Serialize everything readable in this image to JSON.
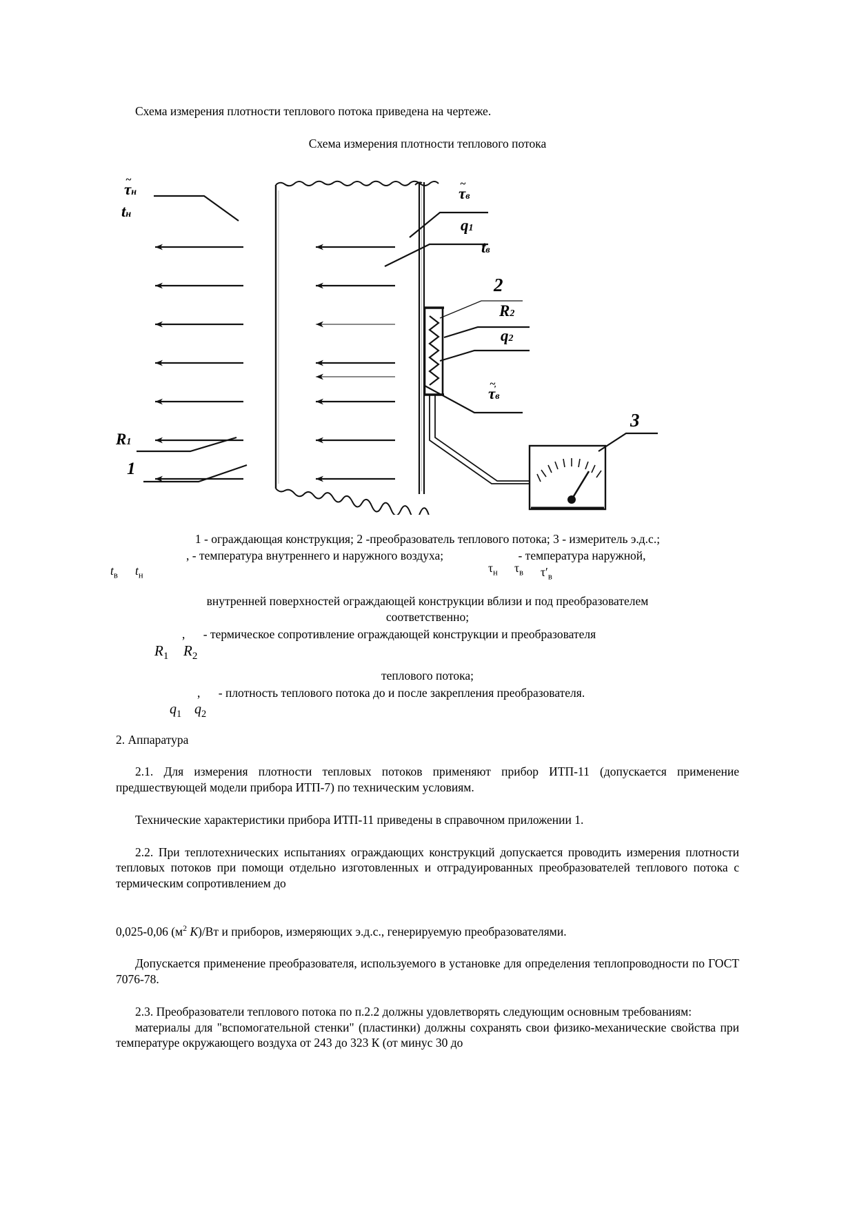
{
  "document": {
    "intro_line": "Схема измерения плотности теплового потока приведена на чертеже.",
    "figure_title": "Схема измерения плотности теплового потока"
  },
  "figure": {
    "labels": {
      "tau_n": "τ",
      "tau_n_sub": "н",
      "t_n": "t",
      "t_n_sub": "н",
      "tau_v": "τ",
      "tau_v_sub": "в",
      "q1": "q",
      "q1_sub": "1",
      "t_v": "t",
      "t_v_sub": "в",
      "item2": "2",
      "R2": "R",
      "R2_sub": "2",
      "q2": "q",
      "q2_sub": "2",
      "tau_v_prime": "τ",
      "tau_v_prime_sub": "в",
      "tau_v_prime_mark": "'",
      "R1": "R",
      "R1_sub": "1",
      "item1": "1",
      "item3": "3"
    }
  },
  "caption": {
    "line1": "1 - ограждающая конструкция; 2 -преобразователь теплового потока; 3 - измеритель э.д.с.;",
    "line2_part_a": ", - температура внутреннего и наружного воздуха;",
    "line2_part_b": "- температура наружной,",
    "line2_sym_tv": "t",
    "line2_sym_tv_sub": "в",
    "line2_sym_tn": "t",
    "line2_sym_tn_sub": "н",
    "line2_sym_taun": "τ",
    "line2_sym_taun_sub": "н",
    "line2_sym_tauv": "τ",
    "line2_sym_tauv_sub": "в",
    "line2_sym_tauv_pr": "τ′",
    "line2_sym_tauv_pr_sub": "в",
    "line3": "внутренней поверхностей ограждающей конструкции вблизи и под преобразователем",
    "line4": "соответственно;",
    "line5_comma": ",",
    "line5_text": "- термическое сопротивление ограждающей конструкции и преобразователя",
    "line5_sym_r1": "R",
    "line5_sym_r1_sub": "1",
    "line5_sym_r2": "R",
    "line5_sym_r2_sub": "2",
    "line6": "теплового потока;",
    "line7_comma": ",",
    "line7_text": "- плотность теплового потока до и после закрепления преобразователя.",
    "line7_sym_q1": "q",
    "line7_sym_q1_sub": "1",
    "line7_sym_q2": "q",
    "line7_sym_q2_sub": "2"
  },
  "sections": {
    "s2_heading": "2. Аппаратура",
    "p21": "2.1. Для измерения плотности тепловых потоков применяют прибор ИТП-11 (допускается применение предшествующей модели прибора ИТП-7) по техническим условиям.",
    "p_tech": "Технические характеристики прибора ИТП-11 приведены в справочном приложении 1.",
    "p22": "2.2. При теплотехнических испытаниях ограждающих конструкций допускается проводить измерения плотности тепловых потоков при помощи отдельно изготовленных и отградуированных преобразователей теплового потока с термическим      сопротивлением до",
    "p_units_a": "0,025-0,06 (м",
    "p_units_sup": "2",
    "p_units_b": "К",
    "p_units_c": ")/Вт и приборов, измеряющих э.д.с., генерируемую преобразователями.",
    "p_gost": "Допускается применение преобразователя, используемого в установке для определения теплопроводности по ГОСТ 7076-78.",
    "p23": "2.3. Преобразователи теплового потока по п.2.2 должны удовлетворять следующим основным требованиям:",
    "p23b": "материалы для \"вспомогательной стенки\" (пластинки) должны сохранять свои физико-механические свойства при температуре окружающего воздуха от 243 до 323 К (от минус 30 до"
  }
}
